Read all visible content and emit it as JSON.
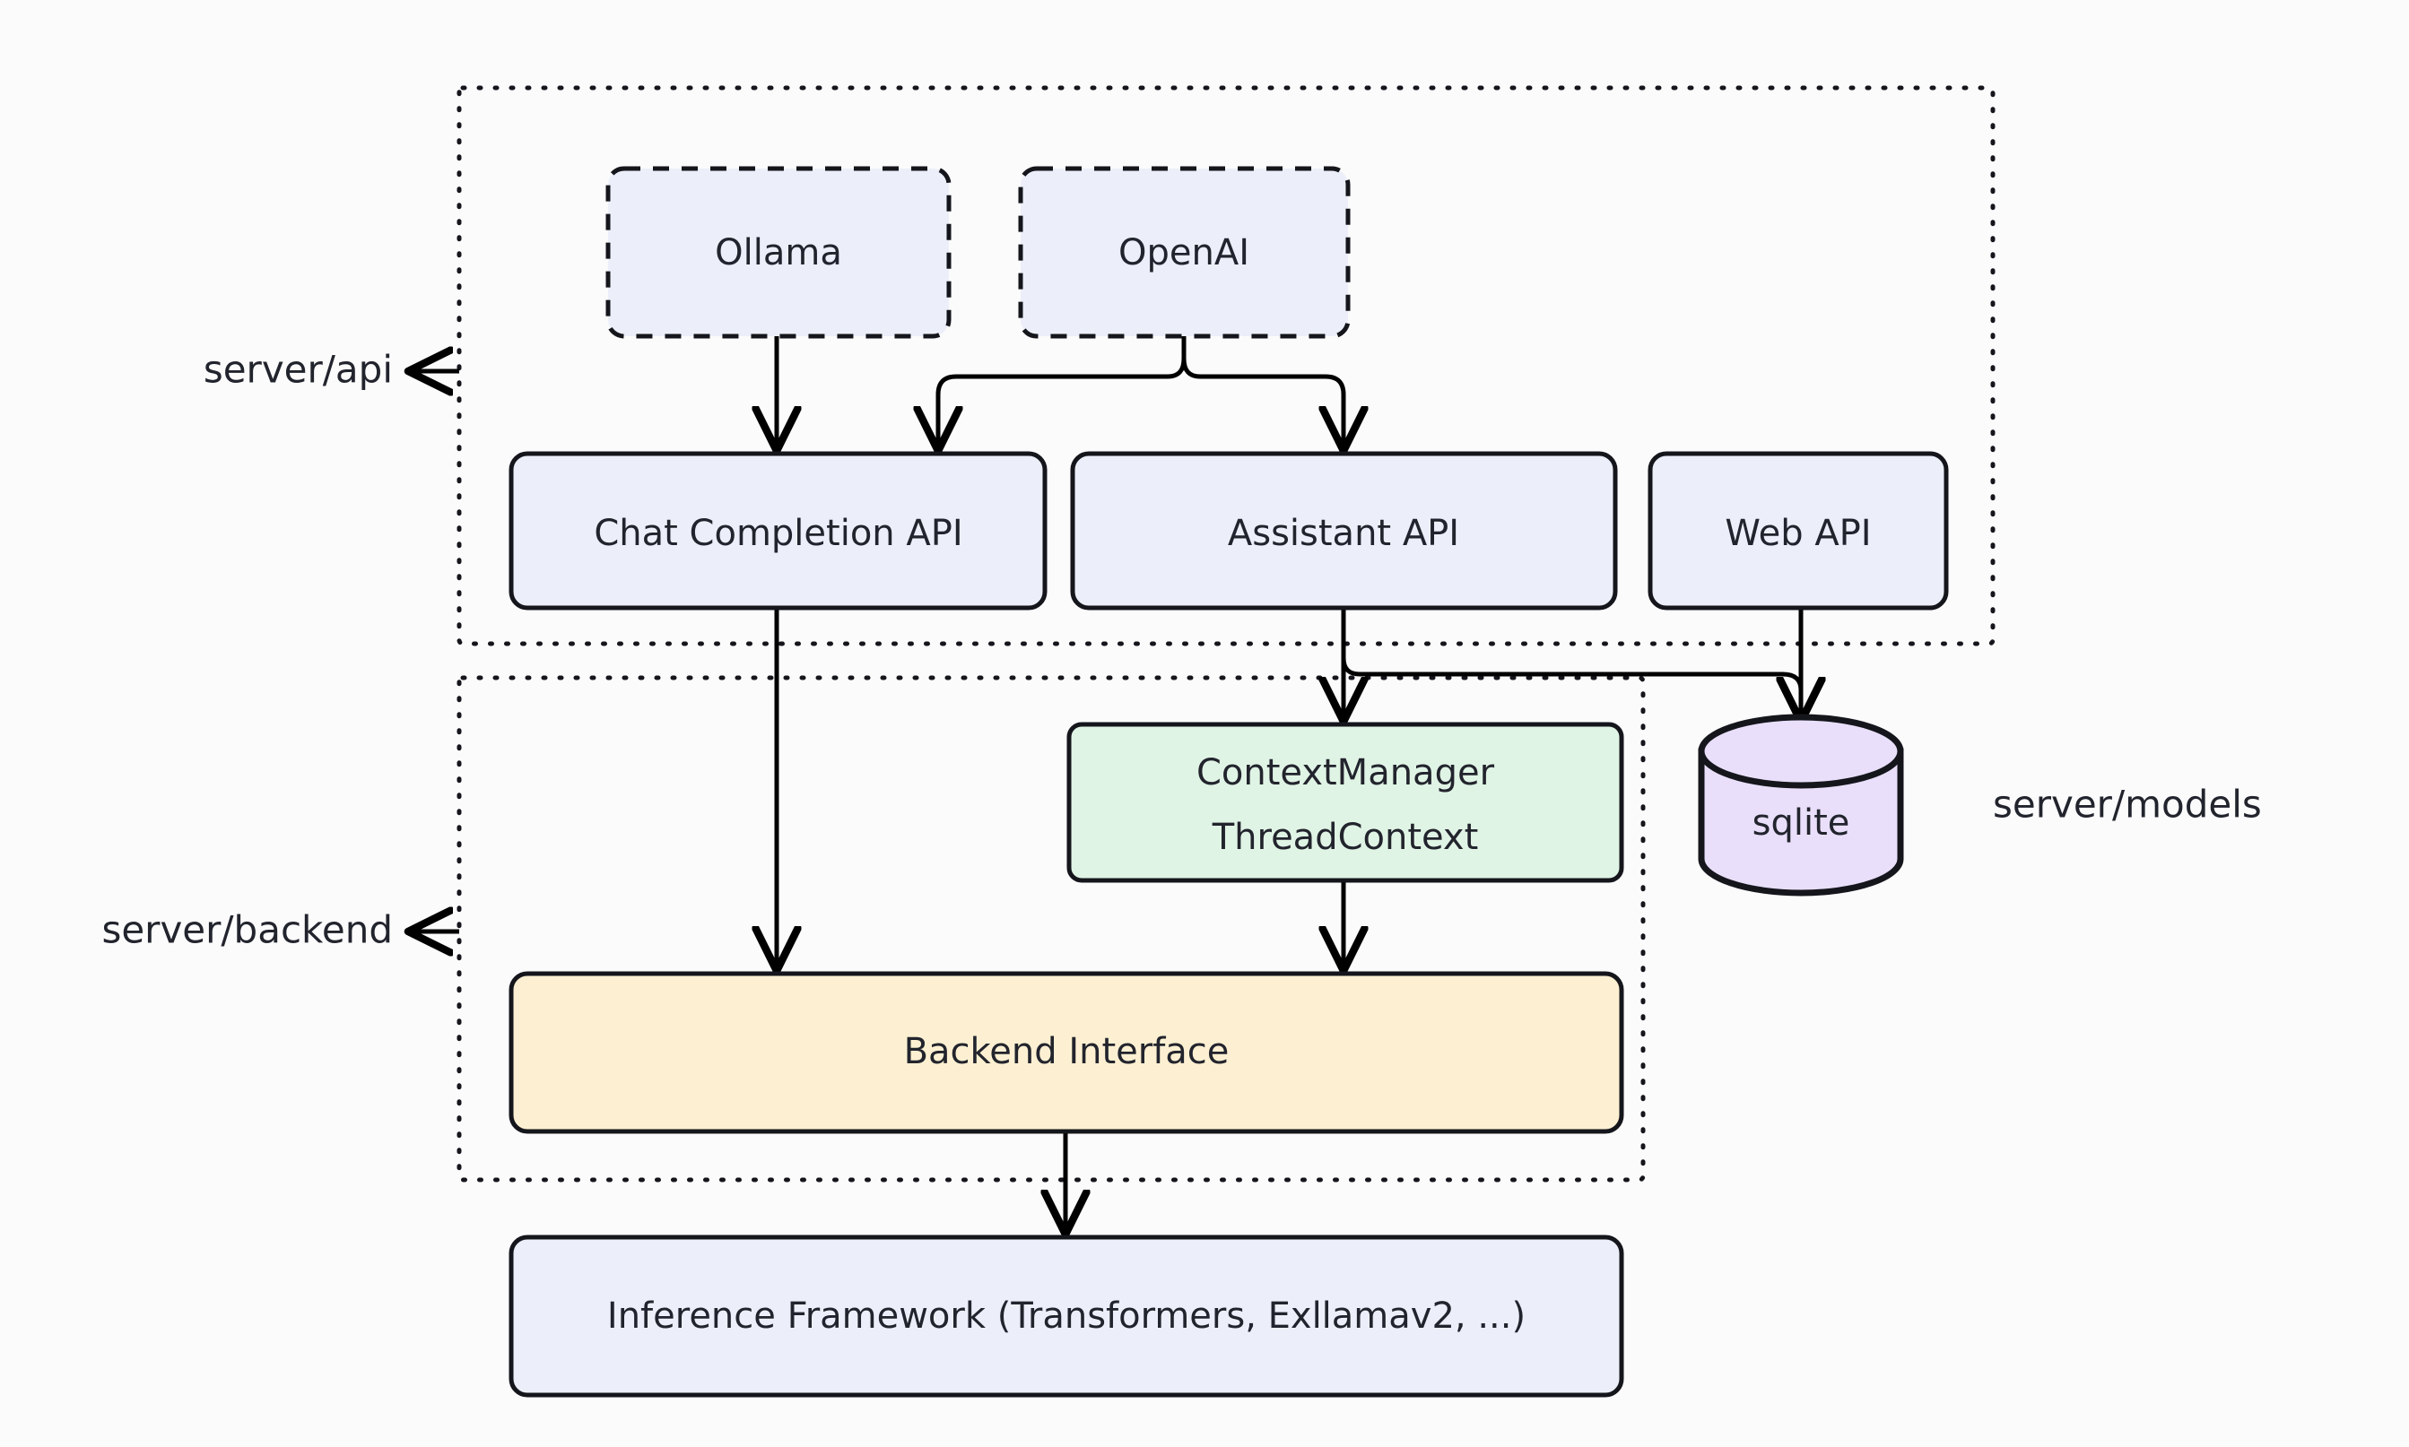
{
  "diagram": {
    "type": "architecture-flowchart",
    "background_color": "#fbfbfc",
    "stroke_color": "#15161c",
    "text_color": "#22242d",
    "groups": [
      {
        "id": "server-api",
        "label": "server/api",
        "label_position": "left",
        "has_arrow": true,
        "border_style": "dotted"
      },
      {
        "id": "server-backend",
        "label": "server/backend",
        "label_position": "left",
        "has_arrow": true,
        "border_style": "dotted"
      },
      {
        "id": "server-models",
        "label": "server/models",
        "label_position": "right",
        "has_arrow": false,
        "border_style": "none"
      }
    ],
    "nodes": [
      {
        "id": "ollama",
        "label": "Ollama",
        "shape": "rounded-rect",
        "border": "dashed",
        "fill": "#eceff9"
      },
      {
        "id": "openai",
        "label": "OpenAI",
        "shape": "rounded-rect",
        "border": "dashed",
        "fill": "#eceff9"
      },
      {
        "id": "chat-completion-api",
        "label": "Chat Completion API",
        "shape": "rounded-rect",
        "border": "solid",
        "fill": "#eceff9"
      },
      {
        "id": "assistant-api",
        "label": "Assistant API",
        "shape": "rounded-rect",
        "border": "solid",
        "fill": "#eceff9"
      },
      {
        "id": "web-api",
        "label": "Web API",
        "shape": "rounded-rect",
        "border": "solid",
        "fill": "#eceff9"
      },
      {
        "id": "context-manager",
        "label_line1": "ContextManager",
        "label_line2": "ThreadContext",
        "shape": "rounded-rect",
        "border": "solid",
        "fill": "#e0f4e5"
      },
      {
        "id": "sqlite",
        "label": "sqlite",
        "shape": "cylinder",
        "border": "solid",
        "fill": "#e9dffa"
      },
      {
        "id": "backend-interface",
        "label": "Backend Interface",
        "shape": "rounded-rect",
        "border": "solid",
        "fill": "#fdf0d2"
      },
      {
        "id": "inference-framework",
        "label": "Inference Framework (Transformers, Exllamav2, ...)",
        "shape": "rounded-rect",
        "border": "solid",
        "fill": "#eceff9"
      }
    ],
    "edges": [
      {
        "from": "ollama",
        "to": "chat-completion-api"
      },
      {
        "from": "openai",
        "to": "chat-completion-api"
      },
      {
        "from": "openai",
        "to": "assistant-api"
      },
      {
        "from": "chat-completion-api",
        "to": "backend-interface"
      },
      {
        "from": "assistant-api",
        "to": "context-manager"
      },
      {
        "from": "assistant-api",
        "to": "sqlite"
      },
      {
        "from": "web-api",
        "to": "sqlite"
      },
      {
        "from": "context-manager",
        "to": "backend-interface"
      },
      {
        "from": "backend-interface",
        "to": "inference-framework"
      }
    ]
  }
}
